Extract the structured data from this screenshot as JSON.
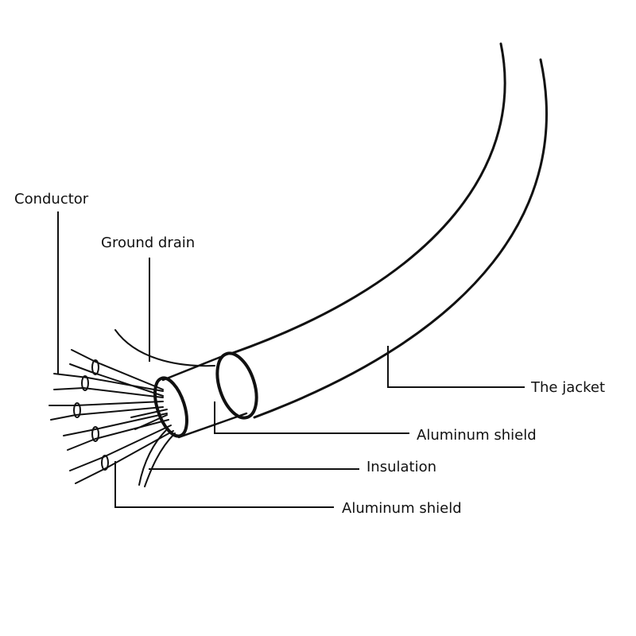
{
  "labels": {
    "conductor": "Conductor",
    "ground_drain": "Ground drain",
    "jacket": "The jacket",
    "aluminum_shield_outer": "Aluminum shield",
    "insulation": "Insulation",
    "aluminum_shield_inner": "Aluminum shield"
  },
  "colors": {
    "line": "#111111",
    "background": "#ffffff"
  }
}
